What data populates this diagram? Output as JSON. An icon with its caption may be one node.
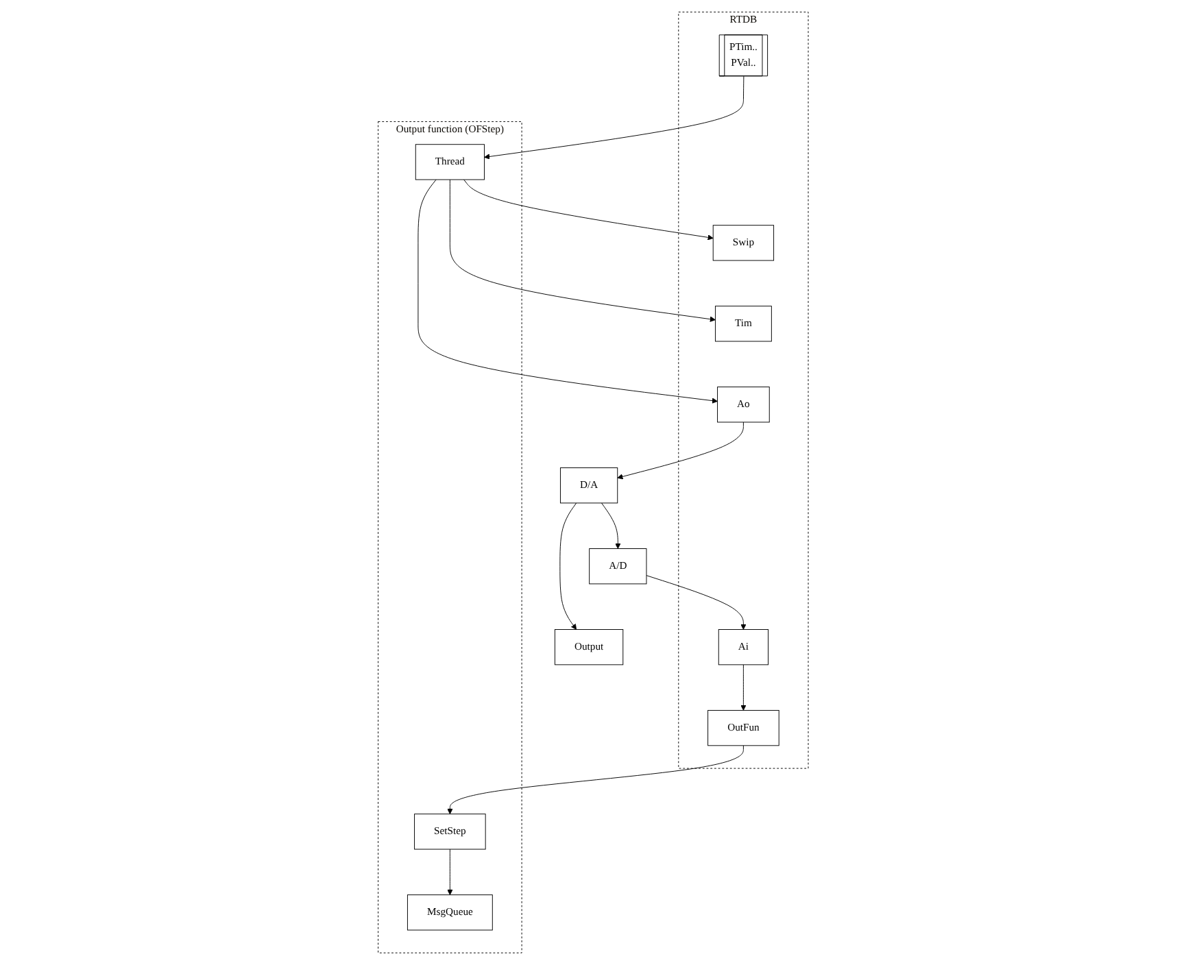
{
  "diagram": {
    "nodes": [
      {
        "text": [
          "RTDB"
        ]
      },
      {
        "text": [
          "OutFun"
        ],
        "in": 0
      },
      {
        "text": [
          "PTim..",
          "PVal.."
        ],
        "in": 0
      },
      {
        "text": [
          "Swip"
        ],
        "in": 0
      },
      {
        "text": [
          "Tim"
        ],
        "in": 0
      },
      {
        "text": [
          "Ai"
        ],
        "in": 0
      },
      {
        "text": [
          "Ao"
        ],
        "in": 0
      },
      {
        "text": [
          "Output function (OFStep)"
        ]
      },
      {
        "text": [
          "SetStep"
        ],
        "in": 7
      },
      {
        "text": [
          "MsgQueue"
        ],
        "in": 7
      },
      {
        "text": [
          "Thread"
        ],
        "in": 7
      },
      {
        "text": [
          "A/D"
        ]
      },
      {
        "text": [
          "D/A"
        ]
      },
      {
        "text": [
          "Output"
        ]
      }
    ],
    "edges": [
      {
        "from": 5,
        "to": 1,
        "arrow": "to"
      },
      {
        "from": 11,
        "to": 5,
        "arrow": "to"
      },
      {
        "from": 1,
        "to": 8,
        "arrow": "to"
      },
      {
        "from": 8,
        "to": 9,
        "arrow": "to"
      },
      {
        "from": 2,
        "to": 10,
        "arrow": "to"
      },
      {
        "from": 10,
        "to": 3,
        "arrow": "to"
      },
      {
        "from": 10,
        "to": 4,
        "arrow": "to"
      },
      {
        "from": 10,
        "to": 6,
        "arrow": "to"
      },
      {
        "from": 6,
        "to": 12,
        "arrow": "to"
      },
      {
        "from": 12,
        "to": 13,
        "arrow": "to"
      },
      {
        "from": 12,
        "to": 11,
        "arrow": "to"
      }
    ]
  }
}
